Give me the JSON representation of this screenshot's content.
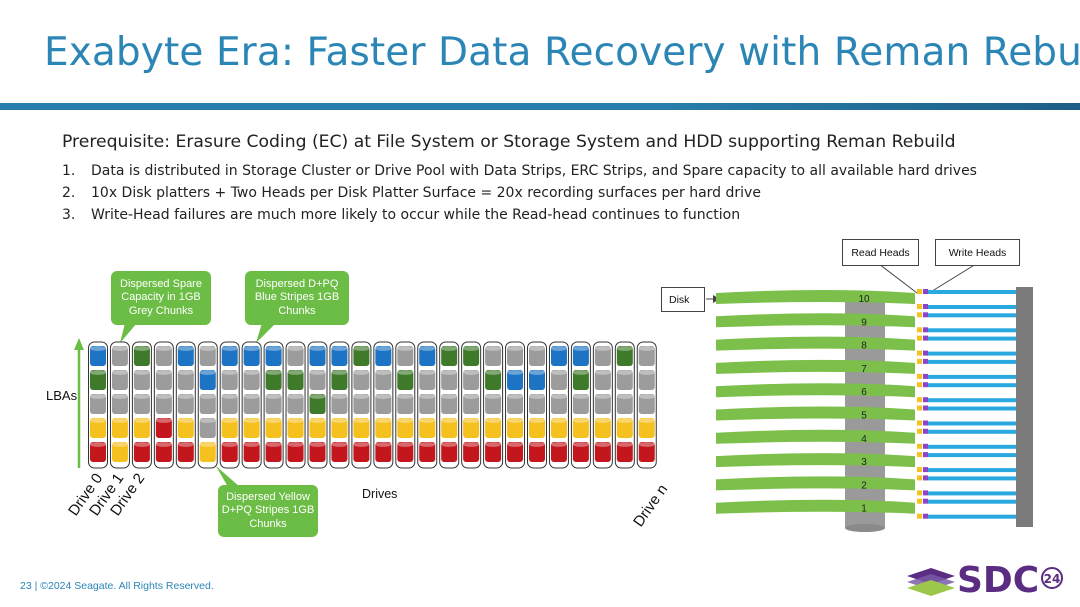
{
  "slide": {
    "title": "Exabyte Era: Faster Data Recovery with Reman Rebuild",
    "prerequisite": "Prerequisite: Erasure Coding (EC) at File System or Storage System and HDD supporting Reman Rebuild",
    "points": [
      {
        "num": "1.",
        "text": "Data is distributed in Storage Cluster or Drive Pool with Data Strips, ERC Strips, and Spare capacity to all available hard drives"
      },
      {
        "num": "2.",
        "text": "10x Disk platters + Two Heads per Disk Platter Surface = 20x recording surfaces per hard drive"
      },
      {
        "num": "3.",
        "text": "Write-Head failures are much more likely to occur while the Read-head continues to function"
      }
    ],
    "footer": "23 | ©2024 Seagate. All Rights Reserved."
  },
  "drive_diagram": {
    "callout_spare": "Dispersed Spare Capacity in 1GB Grey Chunks",
    "callout_blue": "Dispersed D+PQ Blue Stripes 1GB Chunks",
    "callout_yellow": "Dispersed Yellow D+PQ Stripes 1GB Chunks",
    "axis_label": "LBAs",
    "drives_label": "Drives",
    "drive_labels": [
      "Drive 0",
      "Drive 1",
      "Drive 2"
    ],
    "drive_last": "Drive n",
    "colors": {
      "blue": "#1e74c4",
      "grey": "#9c9c9c",
      "green": "#3f7a2b",
      "yellow": "#f5c11f",
      "red": "#c3171d",
      "arrow": "#6cbd45"
    },
    "columns": [
      [
        "blue",
        "green",
        "grey",
        "yellow",
        "red"
      ],
      [
        "grey",
        "grey",
        "grey",
        "yellow",
        "yellow"
      ],
      [
        "green",
        "grey",
        "grey",
        "yellow",
        "red"
      ],
      [
        "grey",
        "grey",
        "grey",
        "red",
        "red"
      ],
      [
        "blue",
        "grey",
        "grey",
        "yellow",
        "red"
      ],
      [
        "grey",
        "blue",
        "grey",
        "grey",
        "yellow"
      ],
      [
        "blue",
        "grey",
        "grey",
        "yellow",
        "red"
      ],
      [
        "blue",
        "grey",
        "grey",
        "yellow",
        "red"
      ],
      [
        "blue",
        "green",
        "grey",
        "yellow",
        "red"
      ],
      [
        "grey",
        "green",
        "grey",
        "yellow",
        "red"
      ],
      [
        "blue",
        "grey",
        "green",
        "yellow",
        "red"
      ],
      [
        "blue",
        "green",
        "grey",
        "yellow",
        "red"
      ],
      [
        "green",
        "grey",
        "grey",
        "yellow",
        "red"
      ],
      [
        "blue",
        "grey",
        "grey",
        "yellow",
        "red"
      ],
      [
        "grey",
        "green",
        "grey",
        "yellow",
        "red"
      ],
      [
        "blue",
        "grey",
        "grey",
        "yellow",
        "red"
      ],
      [
        "green",
        "grey",
        "grey",
        "yellow",
        "red"
      ],
      [
        "green",
        "grey",
        "grey",
        "yellow",
        "red"
      ],
      [
        "grey",
        "green",
        "grey",
        "yellow",
        "red"
      ],
      [
        "grey",
        "blue",
        "grey",
        "yellow",
        "red"
      ],
      [
        "grey",
        "blue",
        "grey",
        "yellow",
        "red"
      ],
      [
        "blue",
        "grey",
        "grey",
        "yellow",
        "red"
      ],
      [
        "blue",
        "green",
        "grey",
        "yellow",
        "red"
      ],
      [
        "grey",
        "grey",
        "grey",
        "yellow",
        "red"
      ],
      [
        "green",
        "grey",
        "grey",
        "yellow",
        "red"
      ],
      [
        "grey",
        "grey",
        "grey",
        "yellow",
        "red"
      ]
    ]
  },
  "hdd_diagram": {
    "read_heads_label": "Read Heads",
    "write_heads_label": "Write Heads",
    "disk_label": "Disk",
    "platters": [
      "10",
      "9",
      "8",
      "7",
      "6",
      "5",
      "4",
      "3",
      "2",
      "1"
    ],
    "colors": {
      "platter": "#7cc04b",
      "spindle": "#9a9a9a",
      "arm": "#2aa8e0",
      "actuator": "#7a7a7a",
      "read_head": "#f5c11f",
      "write_head": "#8e44c4"
    }
  },
  "logo": {
    "text": "SDC",
    "badge": "24"
  }
}
